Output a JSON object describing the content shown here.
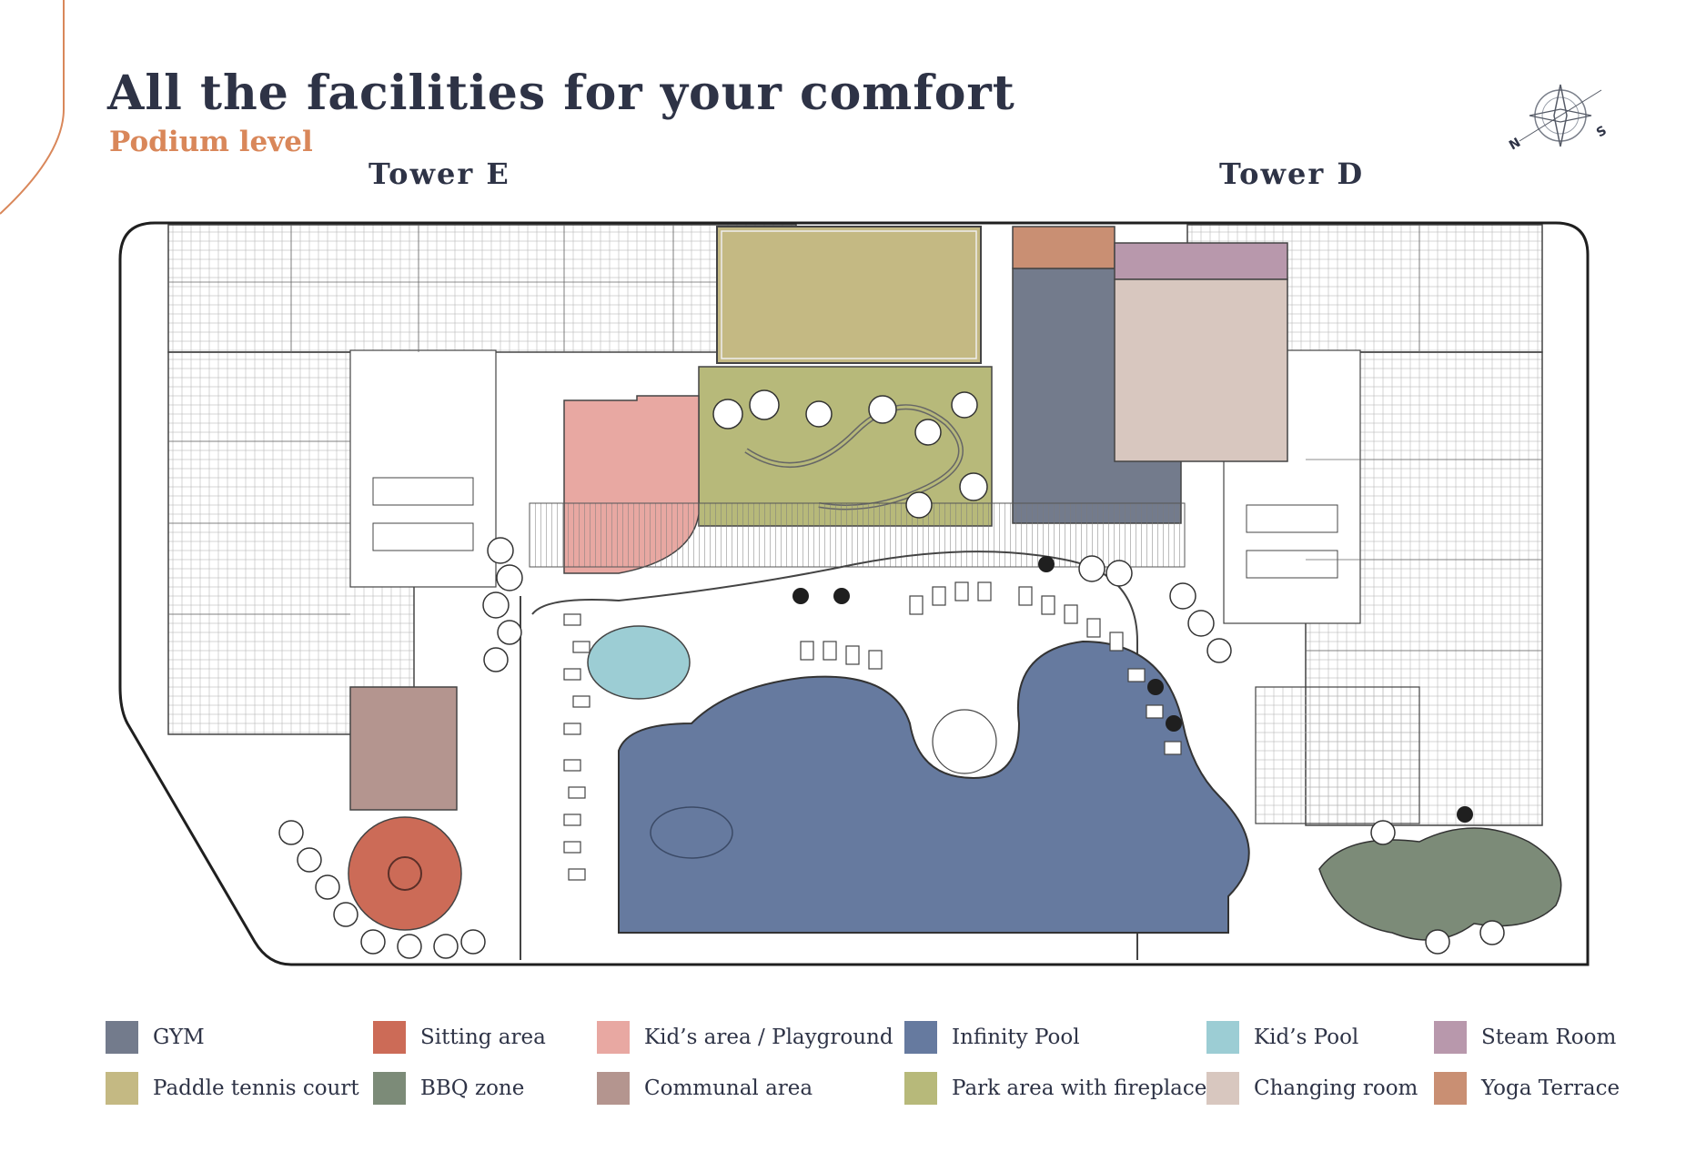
{
  "header": {
    "title": "All the facilities for your comfort",
    "subtitle": "Podium level"
  },
  "towers": {
    "left": "Tower E",
    "right": "Tower D"
  },
  "compass": {
    "north": "N",
    "south": "S",
    "icon": "compass-icon"
  },
  "colors": {
    "gym": "#737b8c",
    "sitting": "#cc6b57",
    "kids_area": "#e8a8a2",
    "infinity_pool": "#667a9f",
    "kids_pool": "#9ccdd4",
    "steam": "#b898ac",
    "paddle": "#c4b983",
    "bbq": "#7c8b78",
    "communal": "#b4958f",
    "park": "#b7b97a",
    "changing": "#d8c7bf",
    "yoga": "#c98f73",
    "accent": "#d9875a",
    "ink": "#2e3346"
  },
  "legend": [
    {
      "label": "GYM",
      "color": "#737b8c"
    },
    {
      "label": "Sitting area",
      "color": "#cc6b57"
    },
    {
      "label": "Kid’s area / Playground",
      "color": "#e8a8a2"
    },
    {
      "label": "Infinity Pool",
      "color": "#667a9f"
    },
    {
      "label": "Kid’s Pool",
      "color": "#9ccdd4"
    },
    {
      "label": "Steam Room",
      "color": "#b898ac"
    },
    {
      "label": "Paddle tennis court",
      "color": "#c4b983"
    },
    {
      "label": "BBQ zone",
      "color": "#7c8b78"
    },
    {
      "label": "Communal area",
      "color": "#b4958f"
    },
    {
      "label": "Park area with fireplace",
      "color": "#b7b97a"
    },
    {
      "label": "Changing room",
      "color": "#d8c7bf"
    },
    {
      "label": "Yoga Terrace",
      "color": "#c98f73"
    }
  ]
}
